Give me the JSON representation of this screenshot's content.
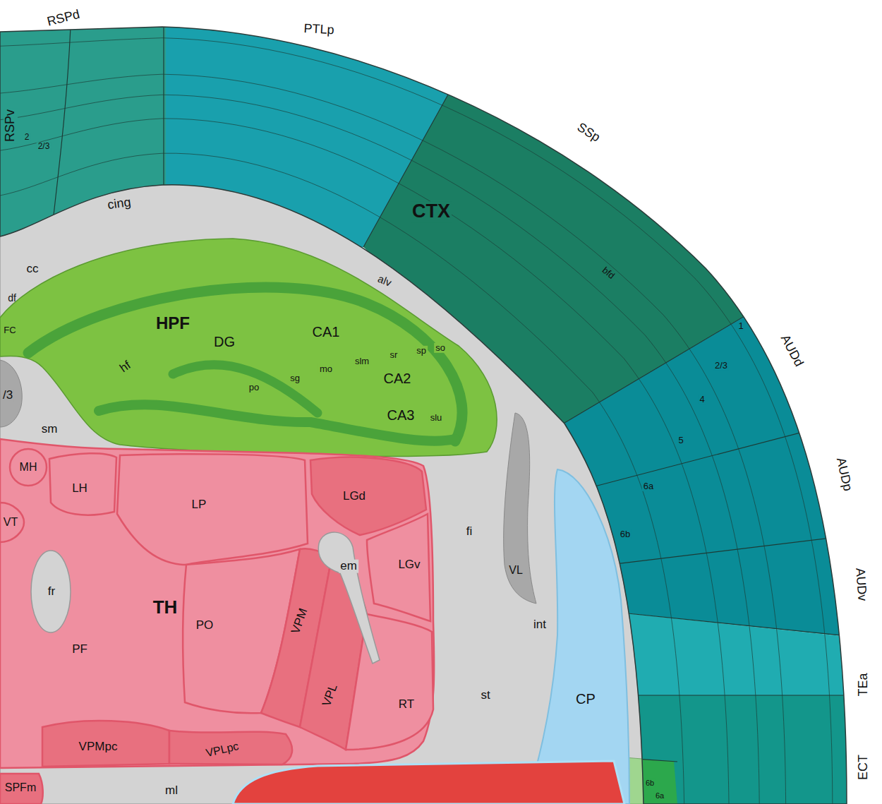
{
  "diagram": {
    "nodes": [
      {
        "text": [
          "CTX"
        ]
      },
      {
        "text": [
          "RSPv"
        ],
        "in": 0
      },
      {
        "text": [
          "RSPd"
        ],
        "in": 0
      },
      {
        "text": [
          "PTLp"
        ],
        "in": 0
      },
      {
        "text": [
          "SSp"
        ],
        "in": 0
      },
      {
        "text": [
          "AUDd"
        ],
        "in": 0
      },
      {
        "text": [
          "AUDp"
        ],
        "in": 0
      },
      {
        "text": [
          "AUDv"
        ],
        "in": 0
      },
      {
        "text": [
          "TEa"
        ],
        "in": 0
      },
      {
        "text": [
          "ECT"
        ],
        "in": 0
      },
      {
        "text": [
          "HPF"
        ]
      },
      {
        "text": [
          "CA1"
        ],
        "in": 10
      },
      {
        "text": [
          "DG"
        ],
        "in": 10
      },
      {
        "text": [
          "CA2"
        ],
        "in": 10
      },
      {
        "text": [
          "CA3"
        ],
        "in": 10
      },
      {
        "text": [
          "TH"
        ]
      },
      {
        "text": [
          "MH"
        ],
        "in": 15
      },
      {
        "text": [
          "LH"
        ],
        "in": 15
      },
      {
        "text": [
          "VT"
        ],
        "in": 15
      },
      {
        "text": [
          "LP"
        ],
        "in": 15
      },
      {
        "text": [
          "LGd"
        ],
        "in": 15
      },
      {
        "text": [
          "LGv"
        ],
        "in": 15
      },
      {
        "text": [
          "PF"
        ],
        "in": 15
      },
      {
        "text": [
          "PO"
        ],
        "in": 15
      },
      {
        "text": [
          "VPM"
        ],
        "in": 15
      },
      {
        "text": [
          "VPL"
        ],
        "in": 15
      },
      {
        "text": [
          "RT"
        ],
        "in": 15
      },
      {
        "text": [
          "VPMpc"
        ],
        "in": 15
      },
      {
        "text": [
          "VPLpc"
        ],
        "in": 15
      },
      {
        "text": [
          "SPFm"
        ],
        "in": 15
      },
      {
        "text": [
          "CP"
        ]
      },
      {
        "text": [
          "VL"
        ]
      }
    ],
    "labels": [
      "2",
      "2/3",
      "bfd",
      "1",
      "2/3",
      "4",
      "5",
      "6a",
      "6b",
      "6b",
      "6a",
      "cing",
      "cc",
      "df",
      "FC",
      "/3",
      "sm",
      "alv",
      "hf",
      "po",
      "sg",
      "mo",
      "slm",
      "sr",
      "sp",
      "so",
      "slu",
      "fi",
      "em",
      "fr",
      "int",
      "st",
      "ml"
    ]
  }
}
